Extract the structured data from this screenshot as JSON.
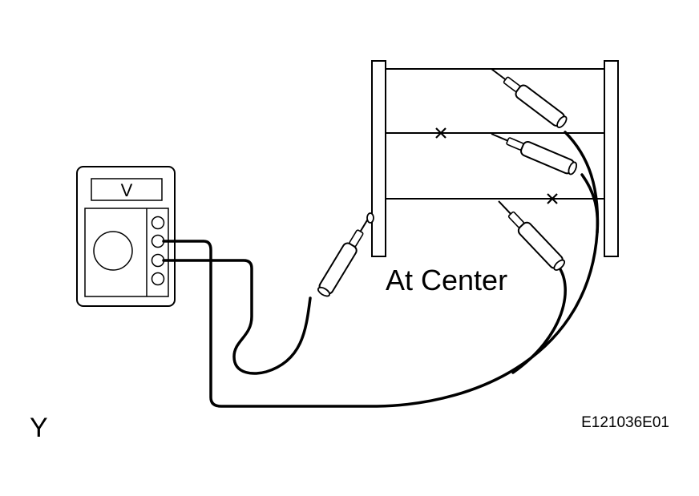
{
  "meter": {
    "display_text": "V"
  },
  "labels": {
    "at_center": "At Center",
    "corner_letter": "Y",
    "figure_code": "E121036E01"
  },
  "colors": {
    "line": "#000000",
    "background": "#ffffff"
  },
  "icons": {
    "break_mark": "x-mark",
    "probe": "test-probe"
  }
}
